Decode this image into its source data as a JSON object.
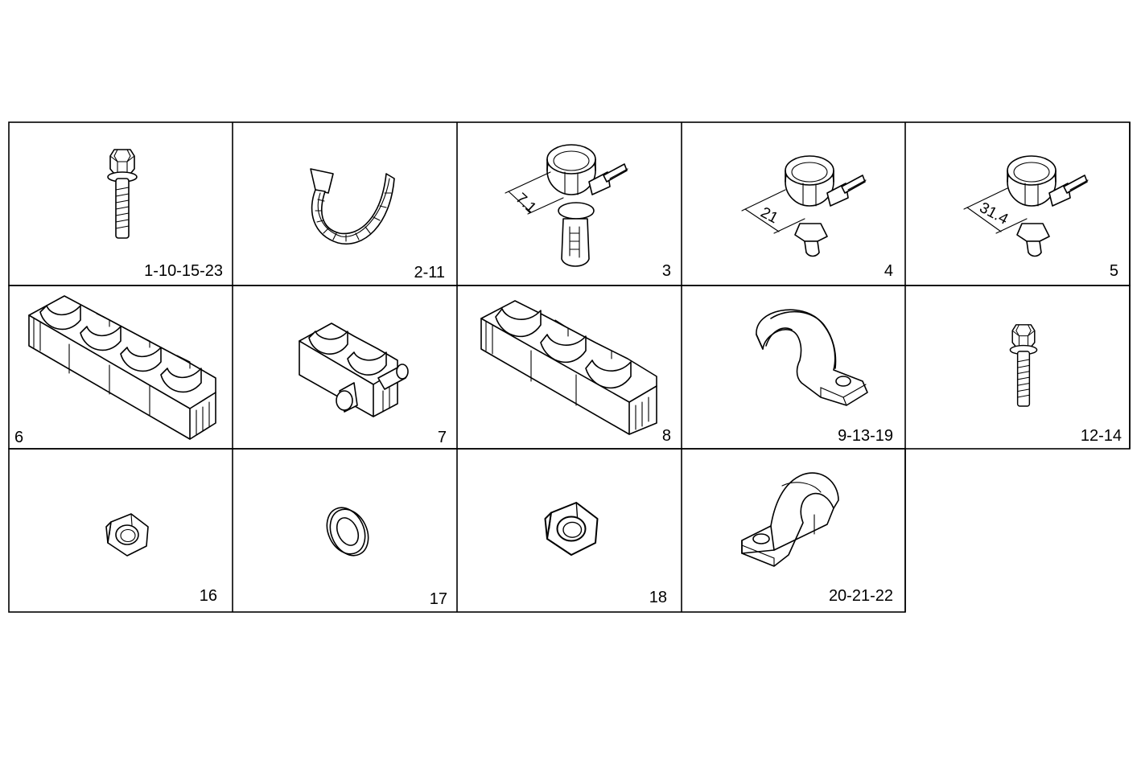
{
  "parts": [
    {
      "label": "1-10-15-23",
      "icon": "flange-bolt-icon"
    },
    {
      "label": "2-11",
      "icon": "cable-tie-icon"
    },
    {
      "label": "3",
      "icon": "hose-clip-long-pin-icon",
      "dimension": "7.1"
    },
    {
      "label": "4",
      "icon": "hose-clip-short-pin-icon",
      "dimension": "21"
    },
    {
      "label": "5",
      "icon": "hose-clip-short-pin-icon",
      "dimension": "31.4"
    },
    {
      "label": "6",
      "icon": "quadruple-pipe-clip-icon"
    },
    {
      "label": "7",
      "icon": "double-pipe-clip-with-stud-icon"
    },
    {
      "label": "8",
      "icon": "triple-pipe-clip-icon"
    },
    {
      "label": "9-13-19",
      "icon": "p-clamp-icon"
    },
    {
      "label": "12-14",
      "icon": "flange-bolt-icon"
    },
    {
      "label": "16",
      "icon": "hex-nut-icon"
    },
    {
      "label": "17",
      "icon": "washer-icon"
    },
    {
      "label": "18",
      "icon": "hex-nut-icon"
    },
    {
      "label": "20-21-22",
      "icon": "p-clamp-icon"
    }
  ]
}
